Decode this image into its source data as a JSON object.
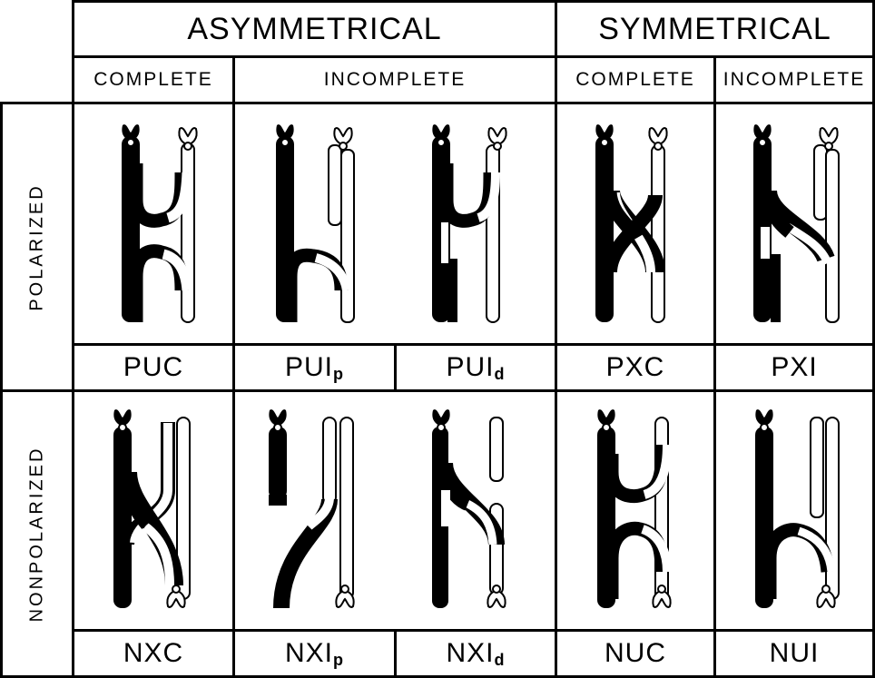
{
  "headers": {
    "asymmetrical": "ASYMMETRICAL",
    "symmetrical": "SYMMETRICAL",
    "complete_1": "COMPLETE",
    "incomplete_1": "INCOMPLETE",
    "complete_2": "COMPLETE",
    "incomplete_2": "INCOMPLETE"
  },
  "rows": {
    "polarized": "POLARIZED",
    "nonpolarized": "NONPOLARIZED"
  },
  "codes": {
    "puc": "PUC",
    "pui_p_base": "PUI",
    "pui_p_sub": "p",
    "pui_d_base": "PUI",
    "pui_d_sub": "d",
    "pxc": "PXC",
    "pxi": "PXI",
    "nxc": "NXC",
    "nxi_p_base": "NXI",
    "nxi_p_sub": "p",
    "nxi_d_base": "NXI",
    "nxi_d_sub": "d",
    "nuc": "NUC",
    "nui": "NUI"
  },
  "colors": {
    "dark": "#000000",
    "light": "#ffffff"
  },
  "diagrams": [
    {
      "id": "PUC",
      "row": "polarized",
      "top": "upper",
      "dark": "full",
      "light": "full",
      "connect": "u-upper-and-lower"
    },
    {
      "id": "PUIp",
      "row": "polarized",
      "top": "upper",
      "dark": "full",
      "light": "broken-upper",
      "connect": "u-lower"
    },
    {
      "id": "PUId",
      "row": "polarized",
      "top": "upper",
      "dark": "broken-lower",
      "light": "full",
      "connect": "u-upper"
    },
    {
      "id": "PXC",
      "row": "polarized",
      "top": "upper",
      "dark": "full",
      "light": "full",
      "connect": "cross"
    },
    {
      "id": "PXI",
      "row": "polarized",
      "top": "upper",
      "dark": "broken-lower",
      "light": "broken-upper",
      "connect": "diagonal"
    },
    {
      "id": "NXC",
      "row": "nonpolarized",
      "top": "opposite",
      "dark": "full",
      "light": "full",
      "connect": "cross"
    },
    {
      "id": "NXIp",
      "row": "nonpolarized",
      "top": "opposite",
      "dark": "broken-middle",
      "light": "broken-upper",
      "connect": "diagonal"
    },
    {
      "id": "NXId",
      "row": "nonpolarized",
      "top": "opposite",
      "dark": "broken-lower",
      "light": "broken-upper",
      "connect": "diagonal"
    },
    {
      "id": "NUC",
      "row": "nonpolarized",
      "top": "opposite",
      "dark": "full",
      "light": "full",
      "connect": "u-upper-and-lower"
    },
    {
      "id": "NUI",
      "row": "nonpolarized",
      "top": "opposite",
      "dark": "full",
      "light": "broken-upper",
      "connect": "u-lower"
    }
  ]
}
